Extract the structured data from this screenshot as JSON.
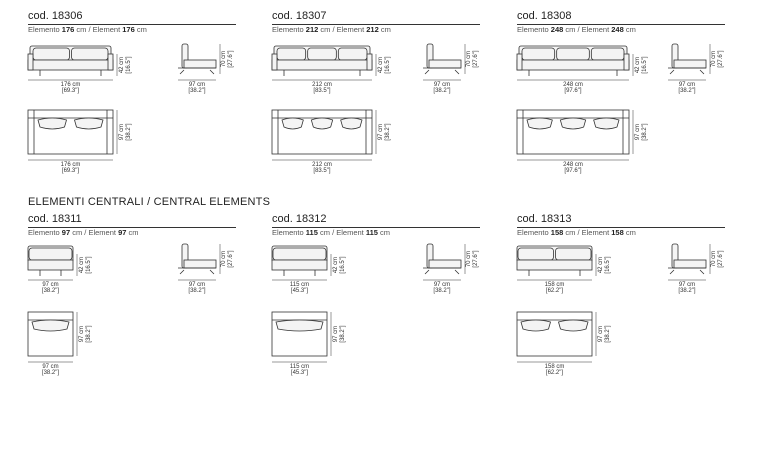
{
  "products": [
    {
      "code": "cod. 18306",
      "elem_prefix": "Elemento",
      "elem_it": "176",
      "elem_unit1": "cm / Element",
      "elem_en": "176",
      "elem_unit2": "cm",
      "w_cm": "176 cm",
      "w_in": "[69.3\"]",
      "d_cm": "97 cm",
      "d_in": "[38.2\"]",
      "h_cm": "42 cm",
      "h_in": "[16.5\"]",
      "h2_cm": "70 cm",
      "h2_in": "[27.6\"]"
    },
    {
      "code": "cod. 18307",
      "elem_prefix": "Elemento",
      "elem_it": "212",
      "elem_unit1": "cm / Element",
      "elem_en": "212",
      "elem_unit2": "cm",
      "w_cm": "212 cm",
      "w_in": "[83.5\"]",
      "d_cm": "97 cm",
      "d_in": "[38.2\"]",
      "h_cm": "42 cm",
      "h_in": "[16.5\"]",
      "h2_cm": "70 cm",
      "h2_in": "[27.6\"]"
    },
    {
      "code": "cod. 18308",
      "elem_prefix": "Elemento",
      "elem_it": "248",
      "elem_unit1": "cm / Element",
      "elem_en": "248",
      "elem_unit2": "cm",
      "w_cm": "248 cm",
      "w_in": "[97.6\"]",
      "d_cm": "97 cm",
      "d_in": "[38.2\"]",
      "h_cm": "42 cm",
      "h_in": "[16.5\"]",
      "h2_cm": "70 cm",
      "h2_in": "[27.6\"]"
    },
    {
      "code": "cod. 18311",
      "elem_prefix": "Elemento",
      "elem_it": "97",
      "elem_unit1": "cm / Element",
      "elem_en": "97",
      "elem_unit2": "cm",
      "w_cm": "97 cm",
      "w_in": "[38.2\"]",
      "d_cm": "97 cm",
      "d_in": "[38.2\"]",
      "h_cm": "42 cm",
      "h_in": "[16.5\"]",
      "h2_cm": "70 cm",
      "h2_in": "[27.6\"]"
    },
    {
      "code": "cod. 18312",
      "elem_prefix": "Elemento",
      "elem_it": "115",
      "elem_unit1": "cm / Element",
      "elem_en": "115",
      "elem_unit2": "cm",
      "w_cm": "115 cm",
      "w_in": "[45.3\"]",
      "d_cm": "97 cm",
      "d_in": "[38.2\"]",
      "h_cm": "42 cm",
      "h_in": "[16.5\"]",
      "h2_cm": "70 cm",
      "h2_in": "[27.6\"]"
    },
    {
      "code": "cod. 18313",
      "elem_prefix": "Elemento",
      "elem_it": "158",
      "elem_unit1": "cm / Element",
      "elem_en": "158",
      "elem_unit2": "cm",
      "w_cm": "158 cm",
      "w_in": "[62.2\"]",
      "d_cm": "97 cm",
      "d_in": "[38.2\"]",
      "h_cm": "42 cm",
      "h_in": "[16.5\"]",
      "h2_cm": "70 cm",
      "h2_in": "[27.6\"]"
    }
  ],
  "section_title": "ELEMENTI CENTRALI / CENTRAL ELEMENTS"
}
